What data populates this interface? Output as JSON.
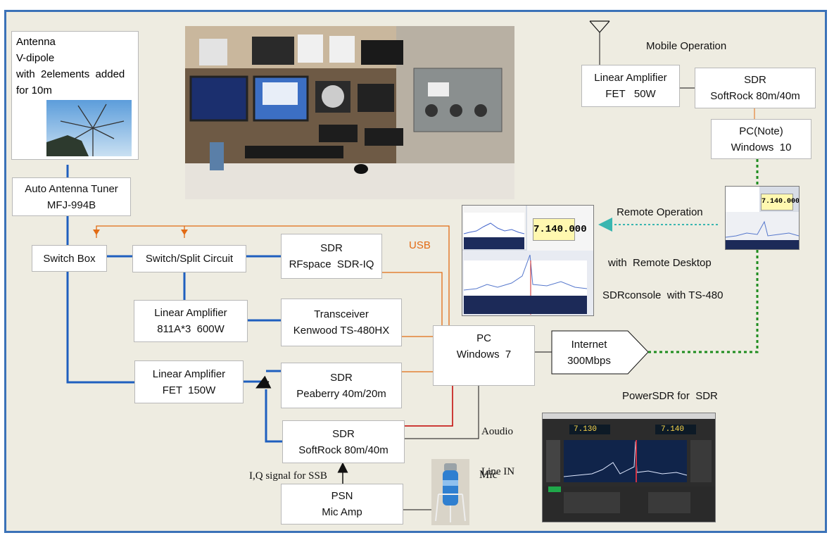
{
  "antenna": {
    "lines": [
      "Antenna",
      "V-dipole",
      "with  2elements  added",
      "for 10m"
    ],
    "icon": "antenna-photo"
  },
  "tuner": {
    "line1": "Auto Antenna Tuner",
    "line2": "MFJ-994B"
  },
  "switch_box": {
    "label": "Switch Box"
  },
  "switch_split": {
    "label": "Switch/Split Circuit"
  },
  "sdr_iq": {
    "line1": "SDR",
    "line2": "RFspace  SDR-IQ"
  },
  "usb_label": "USB",
  "amp_600": {
    "line1": "Linear Amplifier",
    "line2": "811A*3  600W"
  },
  "transceiver": {
    "line1": "Transceiver",
    "line2": "Kenwood TS-480HX"
  },
  "amp_150": {
    "line1": "Linear Amplifier",
    "line2": "FET  150W"
  },
  "peaberry": {
    "line1": "SDR",
    "line2": "Peaberry 40m/20m"
  },
  "softrock_main": {
    "line1": "SDR",
    "line2": "SoftRock 80m/40m"
  },
  "pc_main": {
    "line1": "PC",
    "line2": "Windows  7"
  },
  "internet": {
    "line1": "Internet",
    "line2": "300Mbps"
  },
  "audio_label": {
    "line1": "Aoudio",
    "line2": "Line IN"
  },
  "iq_label": "I,Q signal for SSB",
  "psn": {
    "line1": "PSN",
    "line2": "Mic Amp"
  },
  "mic_label": "Mic",
  "mobile": {
    "title": "Mobile Operation",
    "amp": {
      "line1": "Linear Amplifier",
      "line2": "FET   50W"
    },
    "sdr": {
      "line1": "SDR",
      "line2": "SoftRock 80m/40m"
    },
    "pc": {
      "line1": "PC(Note)",
      "line2": "Windows  10"
    }
  },
  "remote": {
    "line1": "Remote Operation",
    "line2": "with  Remote Desktop"
  },
  "sdrconsole_label": "SDRconsole  with TS-480",
  "powersdr_label": "PowerSDR for  SDR",
  "screens": {
    "sdrconsole_freq": "7.140.000",
    "remote_freq": "7.140.000",
    "powersdr_freq_a": "7.130",
    "powersdr_freq_b": "7.140"
  },
  "colors": {
    "frame_border": "#3b72b8",
    "background": "#eeece1",
    "rf_line": "#1f5fbf",
    "usb_line": "#e26b14",
    "audio_line": "#c00000",
    "remote_link": "#1e8c1e",
    "remote_arrow": "#39b6b0"
  }
}
